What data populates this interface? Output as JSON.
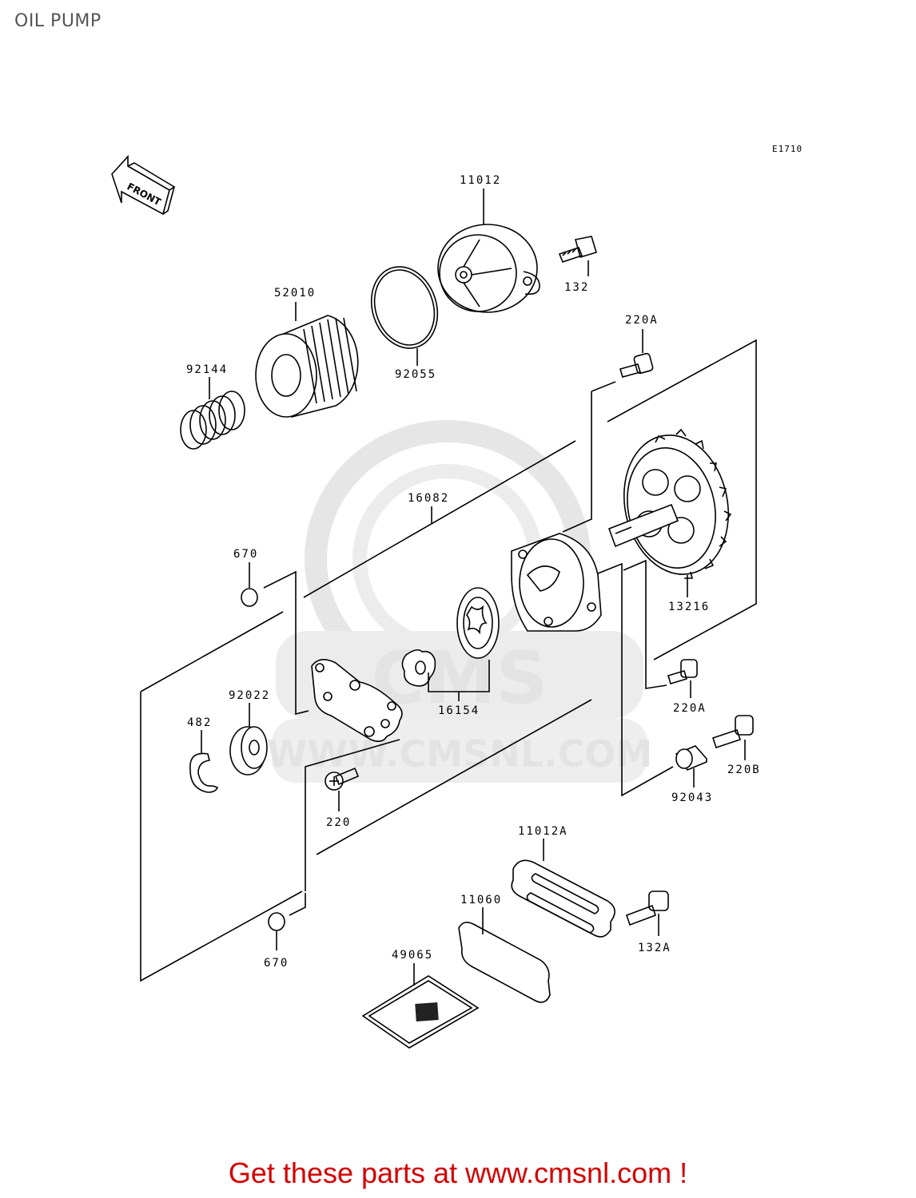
{
  "page": {
    "title": "OIL PUMP",
    "diagram_code": "E1710",
    "front_label": "FRONT"
  },
  "watermark": {
    "text": "WWW.CMSNL.COM",
    "logo_text": "CMS"
  },
  "parts": {
    "p11012": "11012",
    "p132": "132",
    "p52010": "52010",
    "p92055": "92055",
    "p92144": "92144",
    "p220A_top": "220A",
    "p16082": "16082",
    "p670_top": "670",
    "p13216": "13216",
    "p92022": "92022",
    "p482": "482",
    "p16154": "16154",
    "p220A_mid": "220A",
    "p220B": "220B",
    "p220": "220",
    "p92043": "92043",
    "p11012A": "11012A",
    "p11060": "11060",
    "p132A": "132A",
    "p49065": "49065",
    "p670_bottom": "670"
  },
  "footer": {
    "text": "Get these parts at www.cmsnl.com !",
    "color": "#d30000"
  }
}
